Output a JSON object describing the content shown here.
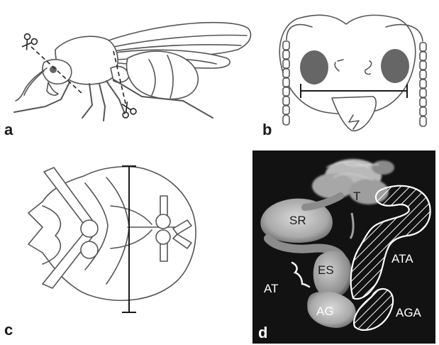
{
  "panels": {
    "a": {
      "letter": "a"
    },
    "b": {
      "letter": "b"
    },
    "c": {
      "letter": "c"
    },
    "d": {
      "letter": "d",
      "labels": {
        "T": "T",
        "SR": "SR",
        "ES": "ES",
        "AT": "AT",
        "AG": "AG",
        "ATA": "ATA",
        "AGA": "AGA"
      }
    }
  },
  "colors": {
    "line": "#555555",
    "eye_fill": "#666666",
    "micro_background": "#121212",
    "tissue": "#bdbdbd",
    "hatch": "#ffffff"
  },
  "icons": {
    "scissors_1": "scissors-icon",
    "scissors_2": "scissors-icon"
  }
}
